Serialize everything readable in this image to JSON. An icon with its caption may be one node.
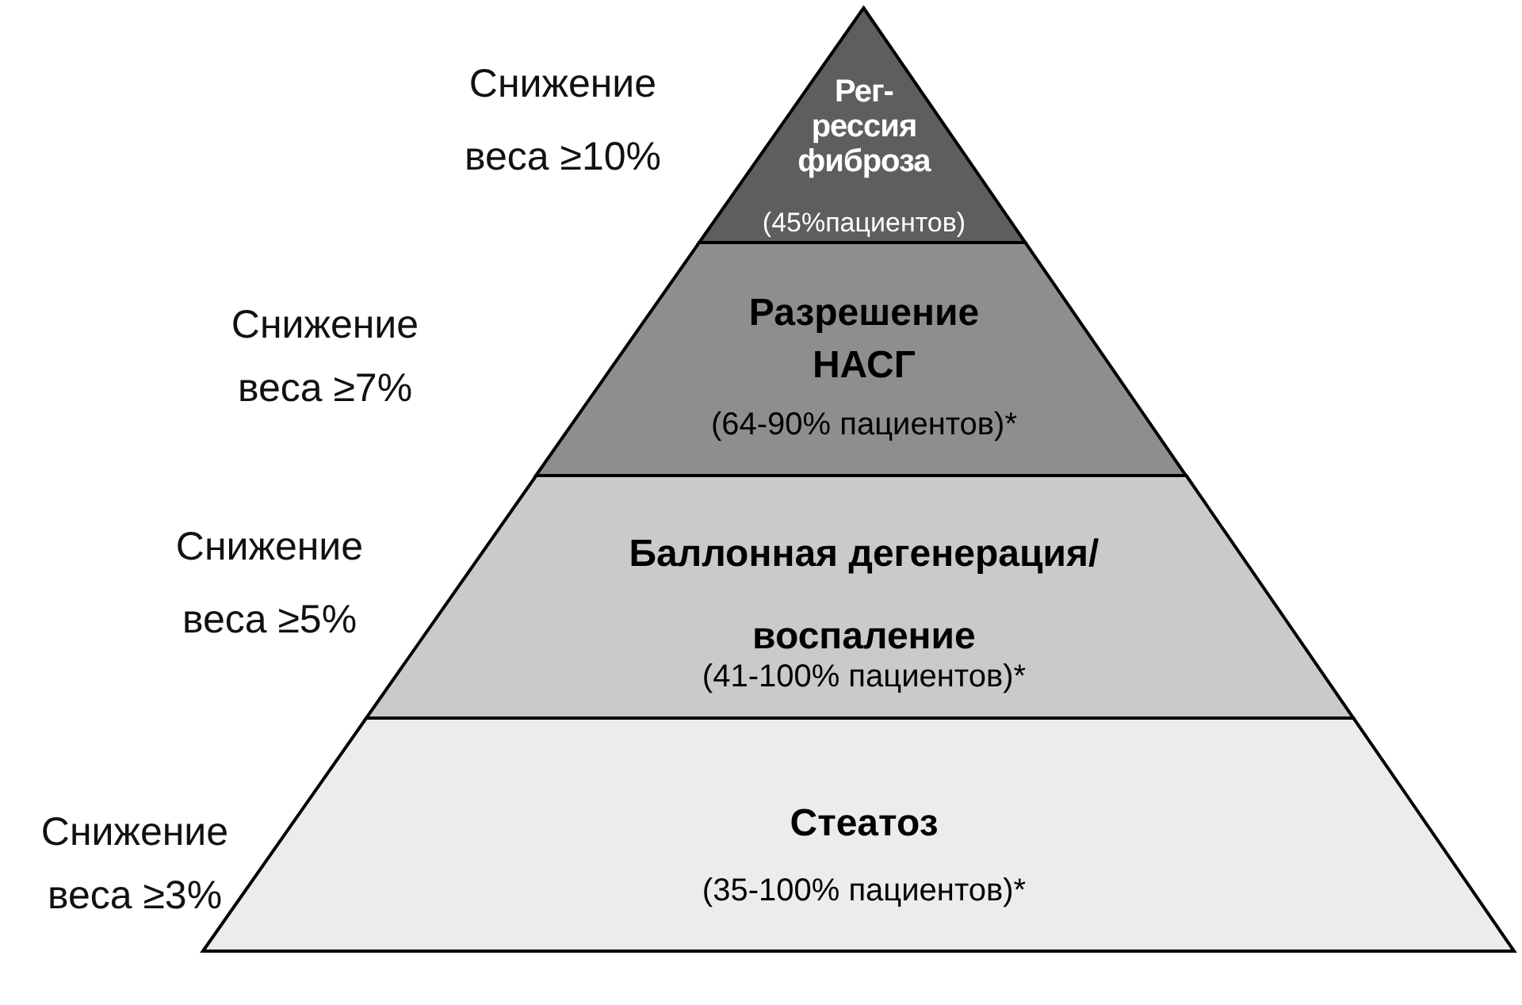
{
  "diagram": {
    "nodes": [
      {
        "text": [
          "Рег- рессия фиброза",
          "(45%пациентов)"
        ],
        "beside": [
          "Снижение веса ≥10%"
        ]
      },
      {
        "text": [
          "Разрешение НАСГ",
          "(64-90% пациентов)*"
        ],
        "beside": [
          "Снижение веса ≥7%"
        ]
      },
      {
        "text": [
          "Баллонная дегенерация/воспаление",
          "(41-100% пациентов)*"
        ],
        "beside": [
          "Снижение веса ≥5%"
        ]
      },
      {
        "text": [
          "Стеатоз",
          "(35-100% пациентов)*"
        ],
        "beside": [
          "Снижение веса ≥3%"
        ]
      }
    ],
    "edges": []
  }
}
